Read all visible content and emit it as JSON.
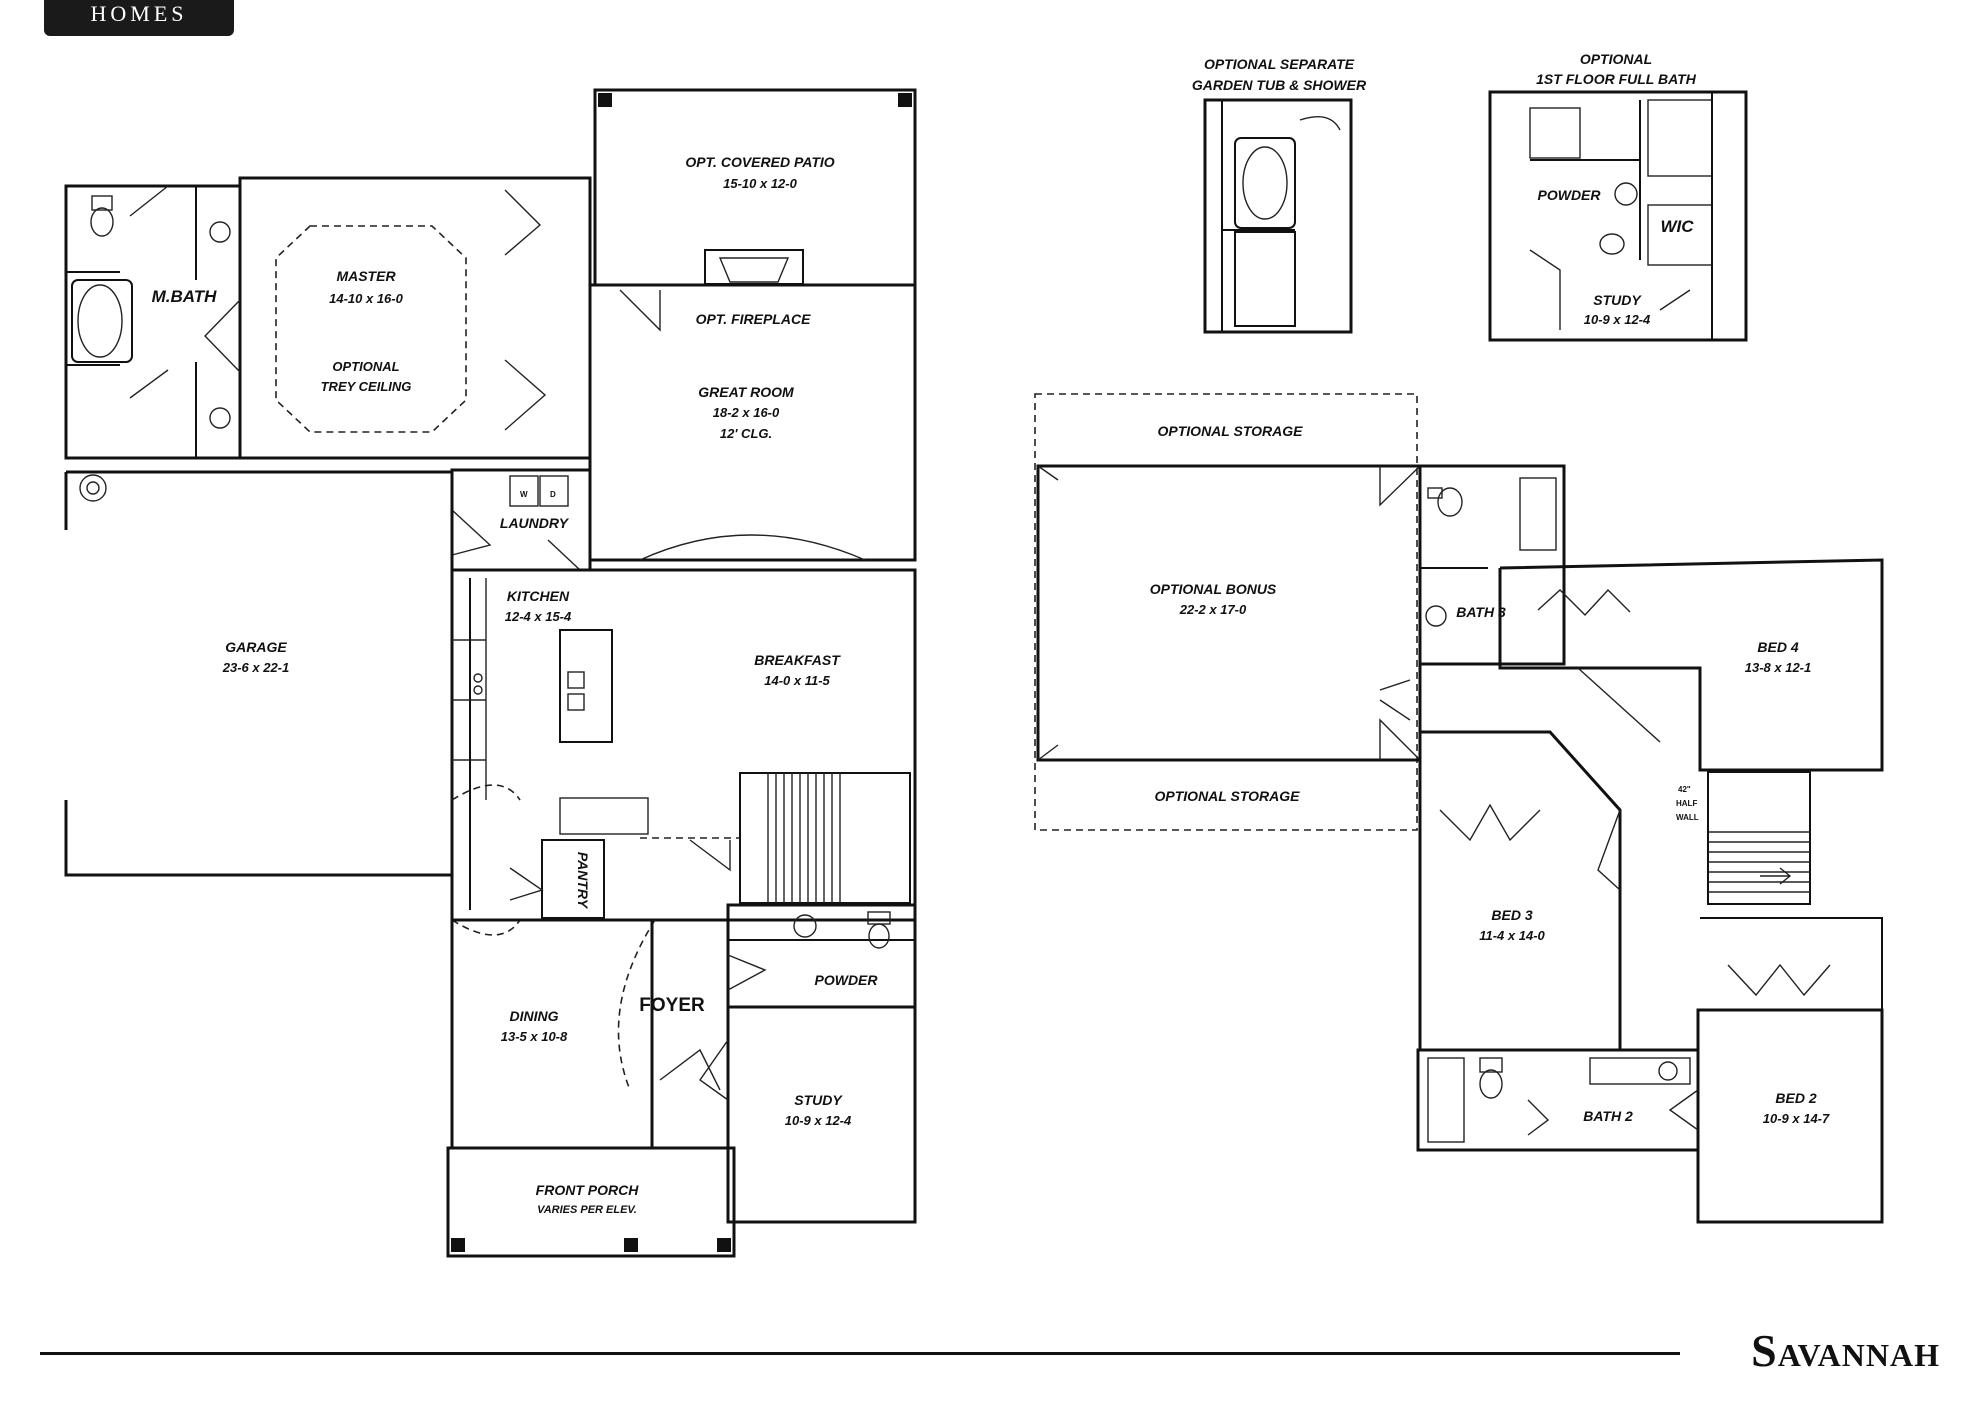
{
  "brand": {
    "logo_text": "HOMES"
  },
  "plan_name": "Savannah",
  "first_floor": {
    "master": {
      "name": "MASTER",
      "dims": "14-10 x 16-0",
      "note_1": "OPTIONAL",
      "note_2": "TREY CEILING"
    },
    "mbath": {
      "name": "M.BATH"
    },
    "covered_patio": {
      "name": "OPT. COVERED PATIO",
      "dims": "15-10 x 12-0"
    },
    "fireplace": {
      "name": "OPT. FIREPLACE"
    },
    "great_room": {
      "name": "GREAT ROOM",
      "dims": "18-2 x 16-0",
      "note": "12' CLG."
    },
    "laundry": {
      "name": "LAUNDRY",
      "washer": "W",
      "dryer": "D"
    },
    "garage": {
      "name": "GARAGE",
      "dims": "23-6 x 22-1"
    },
    "kitchen": {
      "name": "KITCHEN",
      "dims": "12-4 x 15-4"
    },
    "breakfast": {
      "name": "BREAKFAST",
      "dims": "14-0 x 11-5"
    },
    "pantry": {
      "name": "PANTRY"
    },
    "foyer": {
      "name": "FOYER"
    },
    "powder": {
      "name": "POWDER"
    },
    "dining": {
      "name": "DINING",
      "dims": "13-5 x 10-8"
    },
    "study": {
      "name": "STUDY",
      "dims": "10-9 x 12-4"
    },
    "front_porch": {
      "name": "FRONT PORCH",
      "note": "VARIES PER ELEV."
    }
  },
  "option_insets": {
    "garden_tub": {
      "title_1": "OPTIONAL SEPARATE",
      "title_2": "GARDEN TUB & SHOWER"
    },
    "full_bath": {
      "title_1": "OPTIONAL",
      "title_2": "1ST FLOOR FULL BATH",
      "powder": "POWDER",
      "wic": "WIC",
      "study": "STUDY",
      "study_dims": "10-9 x 12-4"
    }
  },
  "second_floor": {
    "storage_top": {
      "name": "OPTIONAL STORAGE"
    },
    "storage_bottom": {
      "name": "OPTIONAL STORAGE"
    },
    "bonus": {
      "name": "OPTIONAL BONUS",
      "dims": "22-2 x 17-0"
    },
    "bath3": {
      "name": "BATH 3"
    },
    "bed4": {
      "name": "BED 4",
      "dims": "13-8 x 12-1"
    },
    "bed3": {
      "name": "BED 3",
      "dims": "11-4 x 14-0"
    },
    "bath2": {
      "name": "BATH 2"
    },
    "bed2": {
      "name": "BED 2",
      "dims": "10-9 x 14-7"
    },
    "half_wall_1": "42\"",
    "half_wall_2": "HALF",
    "half_wall_3": "WALL"
  }
}
